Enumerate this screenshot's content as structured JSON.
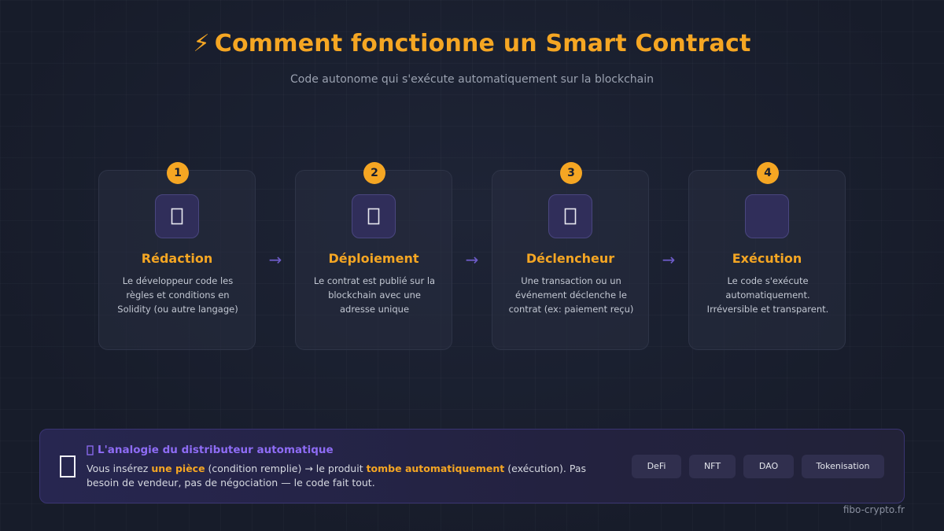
{
  "header": {
    "bolt": "⚡",
    "title": "Comment fonctionne un Smart Contract",
    "subtitle": "Code autonome qui s'exécute automatiquement sur la blockchain"
  },
  "steps": [
    {
      "number": "1",
      "icon": "pencil-icon",
      "title": "Rédaction",
      "description": "Le développeur code les règles et conditions en Solidity (ou autre langage)"
    },
    {
      "number": "2",
      "icon": "upload-icon",
      "title": "Déploiement",
      "description": "Le contrat est publié sur la blockchain avec une adresse unique"
    },
    {
      "number": "3",
      "icon": "lightning-icon",
      "title": "Déclencheur",
      "description": "Une transaction ou un événement déclenche le contrat (ex: paiement reçu)"
    },
    {
      "number": "4",
      "icon": "check-icon",
      "title": "Exécution",
      "description": "Le code s'exécute automatiquement. Irréversible et transparent."
    }
  ],
  "arrow_glyph": "→",
  "analogy": {
    "title": "L'analogie du distributeur automatique",
    "text_part1": "Vous insérez ",
    "highlight1": "une pièce",
    "text_part2": " (condition remplie) → le produit ",
    "highlight2": "tombe automatiquement",
    "text_part3": " (exécution). Pas besoin de vendeur, pas de négociation — le code fait tout.",
    "tags": [
      "DeFi",
      "NFT",
      "DAO",
      "Tokenisation"
    ]
  },
  "watermark": "fibo-crypto.fr",
  "colors": {
    "accent": "#f5a623",
    "purple": "#8e6cf5",
    "background": "#1a1f2f"
  }
}
